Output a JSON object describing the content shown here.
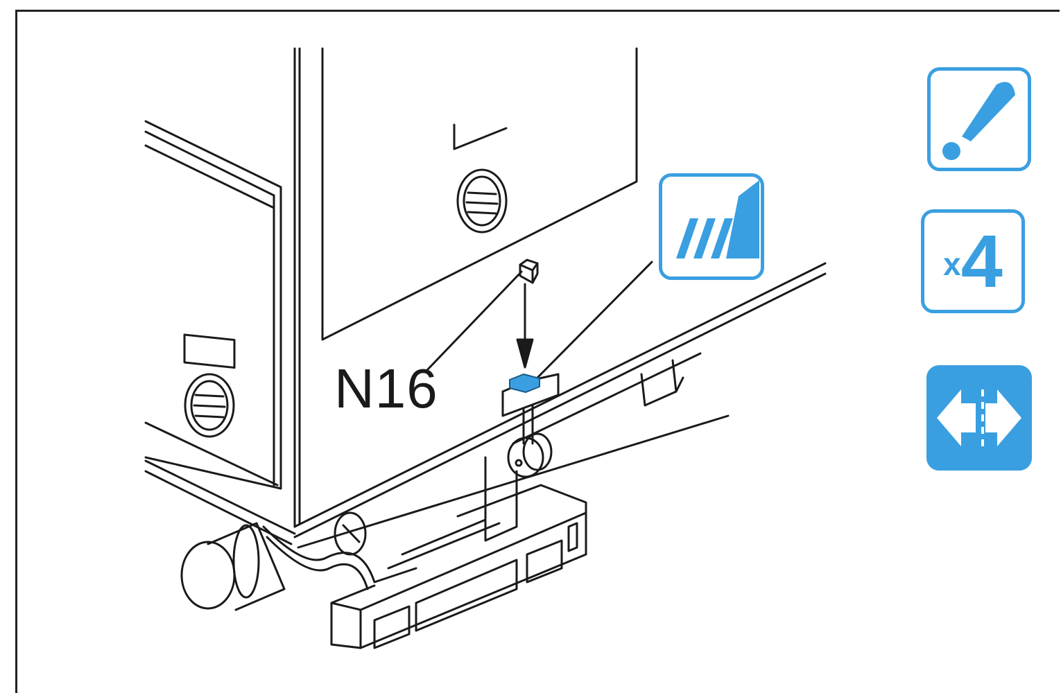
{
  "callouts": {
    "part_label": "N16",
    "quantity_prefix": "x",
    "quantity_value": "4"
  },
  "icons": {
    "lubricate": "oil-can-icon",
    "quantity": "quantity-x4-icon",
    "both_sides": "both-sides-icon",
    "grease": "grease-application-icon"
  },
  "colors": {
    "accent": "#3a9fe0",
    "line": "#1a1a1a"
  }
}
